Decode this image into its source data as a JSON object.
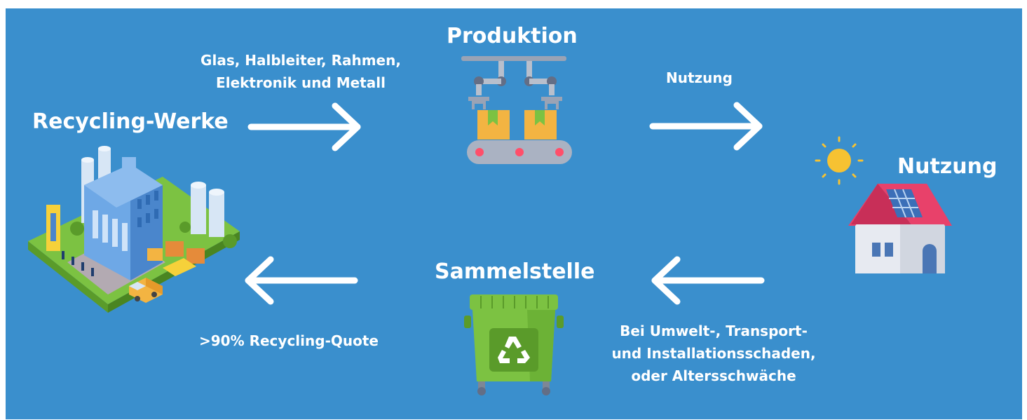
{
  "nodes": {
    "production": {
      "title": "Produktion"
    },
    "usage": {
      "title": "Nutzung"
    },
    "collection": {
      "title": "Sammelstelle"
    },
    "recycling": {
      "title": "Recycling-Werke"
    }
  },
  "edges": {
    "recycling_to_production": {
      "line1": "Glas, Halbleiter, Rahmen,",
      "line2": "Elektronik und Metall"
    },
    "production_to_usage": {
      "label": "Nutzung"
    },
    "usage_to_collection": {
      "line1": "Bei Umwelt-, Transport-",
      "line2": "und Installationsschaden,",
      "line3": "oder Altersschwäche"
    },
    "collection_to_recycling": {
      "label": ">90% Recycling-Quote"
    }
  },
  "icons": {
    "production": "conveyor-robot-arms-icon",
    "usage": "house-solar-panel-icon",
    "sun": "sun-icon",
    "collection": "recycling-container-icon",
    "recycling": "recycling-factory-icon"
  },
  "colors": {
    "background": "#3a8fcd",
    "text": "#ffffff",
    "roof": "#e8416a",
    "bin": "#7cc242",
    "sun": "#f6c232"
  }
}
